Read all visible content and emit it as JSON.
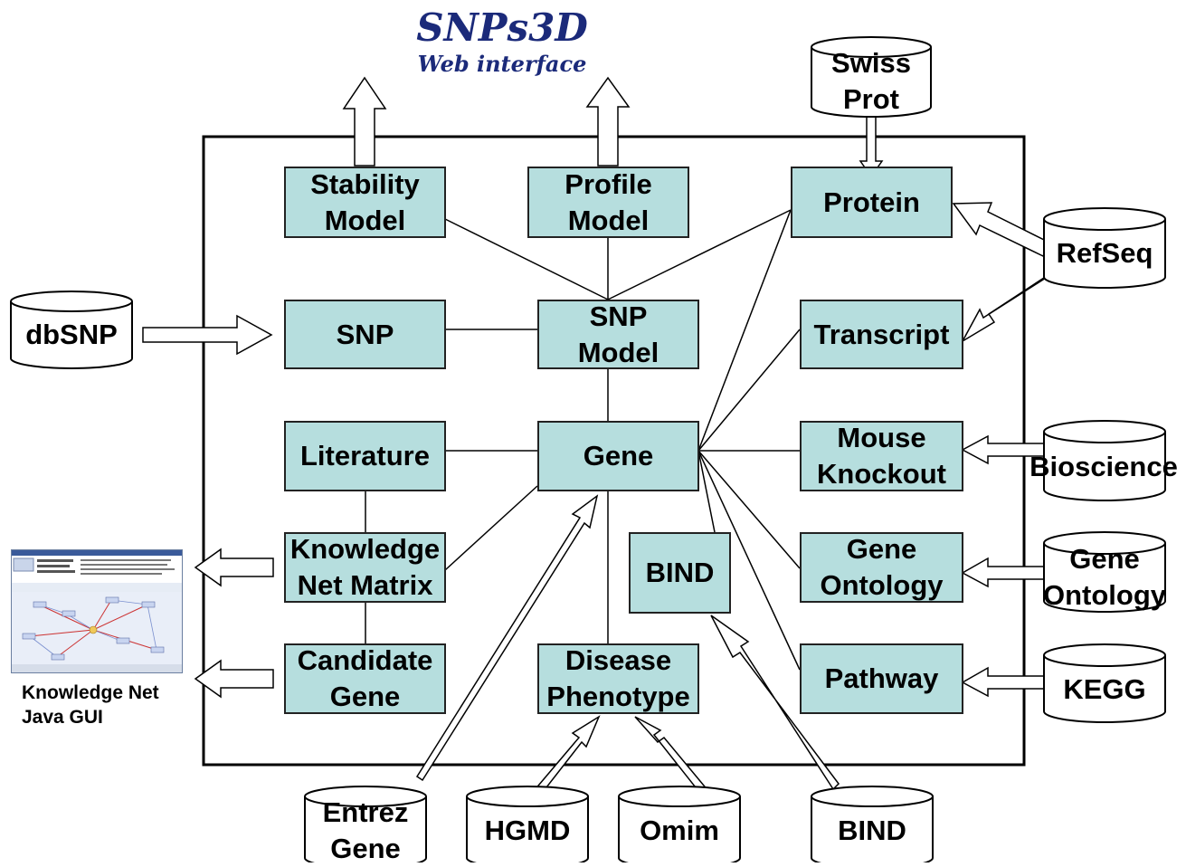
{
  "title": "SNPs3D",
  "subtitle": "Web interface",
  "nodes": {
    "stability_model": "Stability\nModel",
    "profile_model": "Profile\nModel",
    "protein": "Protein",
    "snp": "SNP",
    "snp_model": "SNP\nModel",
    "transcript": "Transcript",
    "literature": "Literature",
    "gene": "Gene",
    "mouse_knockout": "Mouse\nKnockout",
    "knowledge_net_matrix": "Knowledge\nNet Matrix",
    "bind_inner": "BIND",
    "gene_ontology_inner": "Gene\nOntology",
    "candidate_gene": "Candidate\nGene",
    "disease_phenotype": "Disease\nPhenotype",
    "pathway": "Pathway"
  },
  "databases": {
    "swiss_prot": "Swiss\nProt",
    "refseq": "RefSeq",
    "dbsnp": "dbSNP",
    "bioscience": "Bioscience",
    "gene_ontology": "Gene\nOntology",
    "kegg": "KEGG",
    "entrez_gene": "Entrez\nGene",
    "hgmd": "HGMD",
    "omim": "Omim",
    "bind": "BIND"
  },
  "gui_caption": "Knowledge Net\nJava GUI",
  "colors": {
    "node_fill": "#b6dede",
    "title": "#1b2a7a",
    "border": "#222222"
  }
}
